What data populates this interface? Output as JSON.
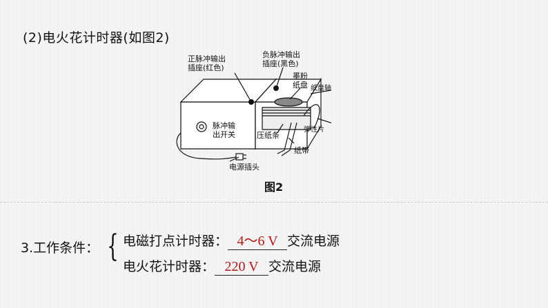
{
  "section": {
    "title": "(2)电火花计时器(如图2)"
  },
  "figure": {
    "caption": "图2",
    "labels": {
      "pos_socket": [
        "正脉冲输出",
        "插座(红色)"
      ],
      "neg_socket": [
        "负脉冲输出",
        "插座(黑色)"
      ],
      "ink_disc": [
        "墨粉",
        "纸盘"
      ],
      "paper_axis": "纸盘轴",
      "pulse_switch": [
        "脉冲输",
        "出开关"
      ],
      "paper_press": "压纸条",
      "spring": "弹性片",
      "tape": "纸带",
      "plug": "电源插头"
    }
  },
  "conditions": {
    "label": "3.工作条件：",
    "row1": {
      "prefix": "电磁打点计时器：",
      "answer": "4～6 V",
      "suffix": "交流电源"
    },
    "row2": {
      "prefix": "电火花计时器：",
      "answer": "220 V",
      "suffix": "交流电源"
    }
  },
  "colors": {
    "answer": "#b01818"
  }
}
